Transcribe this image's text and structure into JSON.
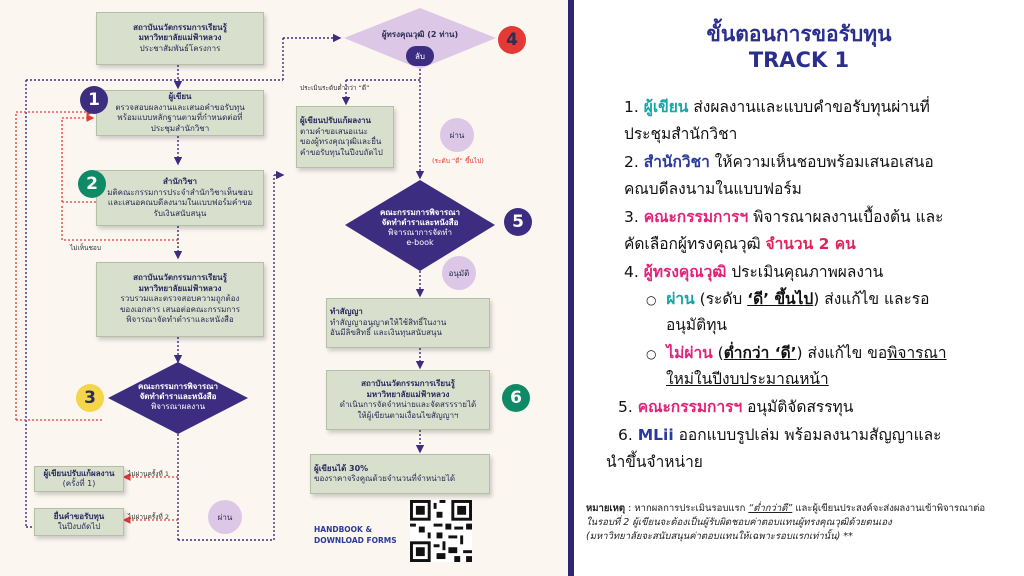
{
  "diagram": {
    "box_institute_top": {
      "title1": "สถาบันนวัตกรรมการเรียนรู้",
      "title2": "มหาวิทยาลัยแม่ฟ้าหลวง",
      "body": "ประชาสัมพันธ์โครงการ"
    },
    "box_author": {
      "title": "ผู้เขียน",
      "body1": "ตรวจสอบผลงานและเสนอคำขอรับทุน",
      "body2": "พร้อมแบบหลักฐานตามที่กำหนดต่อที่",
      "body3": "ประชุมสำนักวิชา"
    },
    "box_school": {
      "title": "สำนักวิชา",
      "body1": "มติคณะกรรมการประจำสำนักวิชาเห็นชอบ",
      "body2": "และเสนอคณบดีลงนามในแบบฟอร์มคำขอ",
      "body3": "รับเงินสนับสนุน"
    },
    "box_institute_review": {
      "title1": "สถาบันนวัตกรรมการเรียนรู้",
      "title2": "มหาวิทยาลัยแม่ฟ้าหลวง",
      "body1": "รวบรวมและตรวจสอบความถูกต้อง",
      "body2": "ของเอกสาร เสนอต่อคณะกรรมการ",
      "body3": "พิจารณาจัดทำตำราและหนังสือ"
    },
    "diamond_committee_left": {
      "title1": "คณะกรรมการพิจารณา",
      "title2": "จัดทำตำราและหนังสือ",
      "body": "พิจารณาผลงาน"
    },
    "box_revise": {
      "title": "ผู้เขียนปรับแก้ผลงาน",
      "body": "(ครั้งที่ 1)"
    },
    "box_resubmit": {
      "title": "ยื่นคำขอรับทุน",
      "body": "ในปีงบถัดไป"
    },
    "diamond_experts": {
      "title": "ผู้ทรงคุณวุฒิ (2 ท่าน)",
      "pill": "ลับ"
    },
    "box_author_revise": {
      "title": "ผู้เขียนปรับแก้ผลงาน",
      "body1": "ตามคำขอเสนอแนะ",
      "body2": "ของผู้ทรงคุณวุฒิและยื่น",
      "body3": "คำขอรับทุนในปีงบถัดไป"
    },
    "pill_pass_right": {
      "label": "ผ่าน",
      "sub": "(ระดับ “ดี” ขึ้นไป)"
    },
    "diamond_committee_right": {
      "title1": "คณะกรรมการพิจารณา",
      "title2": "จัดทำตำราและหนังสือ",
      "body1": "พิจารณาการจัดทำ",
      "body2": "e-book"
    },
    "pill_approve": {
      "label": "อนุมัติ"
    },
    "box_contract": {
      "title": "ทำสัญญา",
      "body1": "ทำสัญญาอนุญาตให้ใช้สิทธิ์ในงาน",
      "body2": "อันมีลิขสิทธิ์ และเงินทุนสนับสนุน"
    },
    "box_institute_sell": {
      "title1": "สถาบันนวัตกรรมการเรียนรู้",
      "title2": "มหาวิทยาลัยแม่ฟ้าหลวง",
      "body1": "ดำเนินการจัดจำหน่ายและจัดสรรรายได้",
      "body2": "ให้ผู้เขียนตามเงื่อนไขสัญญาฯ"
    },
    "box_author_30": {
      "title": "ผู้เขียนได้ 30%",
      "body": "ของราคาจริงคูณด้วยจำนวนที่จำหน่ายได้"
    },
    "pill_pass_left": {
      "label": "ผ่าน"
    },
    "labels": {
      "not_approved": "ไม่เห็นชอบ",
      "fail_1": "ไม่ผ่านครั้งที่ 1",
      "fail_2": "ไม่ผ่านครั้งที่ 2",
      "below_good": "ประเมินระดับต่ำกว่า “ดี”"
    },
    "numbers": [
      "1",
      "2",
      "3",
      "4",
      "5",
      "6"
    ],
    "handbook": "HANDBOOK &",
    "download": "DOWNLOAD FORMS"
  },
  "panel": {
    "title1": "ขั้นตอนการขอรับทุน",
    "title2": "TRACK 1",
    "steps": {
      "s1_num": "1.",
      "s1_key": "ผู้เขียน",
      "s1_rest": " ส่งผลงานและแบบคำขอรับทุนผ่านที่",
      "s1_line2": "ประชุมสำนักวิชา",
      "s2_num": "2.",
      "s2_key": "สำนักวิชา",
      "s2_rest": " ให้ความเห็นชอบพร้อมเสนอเสนอ",
      "s2_line2": "คณบดีลงนามในแบบฟอร์ม",
      "s3_num": "3.",
      "s3_key": "คณะกรรมการฯ",
      "s3_rest": " พิจารณาผลงานเบื้องต้น และ",
      "s3_line2a": "คัดเลือกผู้ทรงคุณวุฒิ ",
      "s3_line2b": "จำนวน 2 คน",
      "s4_num": "4.",
      "s4_key": "ผู้ทรงคุณวุฒิ",
      "s4_rest": " ประเมินคุณภาพผลงาน",
      "s4a_key": "ผ่าน",
      "s4a_mid": " (ระดับ ",
      "s4a_ul": "‘ดี’ ขึ้นไป",
      "s4a_rest": ") ส่งแก้ไข และรอ",
      "s4a_line2": "อนุมัติทุน",
      "s4b_key": "ไม่ผ่าน",
      "s4b_mid": " (",
      "s4b_ul": "ต่ำกว่า ‘ดี’",
      "s4b_rest": ") ส่งแก้ไข ขอ",
      "s4b_ul2": "พิจารณา",
      "s4b_line2": "ใหม่ในปีงบประมาณหน้า",
      "s5_num": "5.",
      "s5_key": "คณะกรรมการฯ",
      "s5_rest": " อนุมัติจัดสรรทุน",
      "s6_num": "6.",
      "s6_key": "MLii",
      "s6_rest": " ออกแบบรูปเล่ม พร้อมลงนามสัญญาและ",
      "s6_line2": "นำขึ้นจำหน่าย",
      "bullet": "○"
    },
    "remark": {
      "label": "หมายเหตุ",
      "t1": " : หากผลการประเมินรอบแรก ",
      "t1u": "“ต่ำกว่าดี”",
      "t1b": " และผู้เขียนประสงค์จะส่งผลงานเข้าพิจารณาต่อ",
      "t2": "ในรอบที่ 2 ผู้เขียนจะต้องเป็นผู้รับผิดชอบค่าตอบแทนผู้ทรงคุณวุฒิด้วยตนเอง",
      "t3": "(มหาวิทยาลัยจะสนับสนุนค่าตอบแทนให้เฉพาะรอบแรกเท่านั้น) **"
    }
  },
  "colors": {
    "purple": "#3d2d80",
    "green_box": "#d8dfcd",
    "red": "#e53935",
    "yellow": "#f5d54a",
    "teal": "#17a5a6",
    "dark_green": "#0f8a66",
    "indigo": "#2f2575",
    "lavender": "#dcc8e6"
  }
}
